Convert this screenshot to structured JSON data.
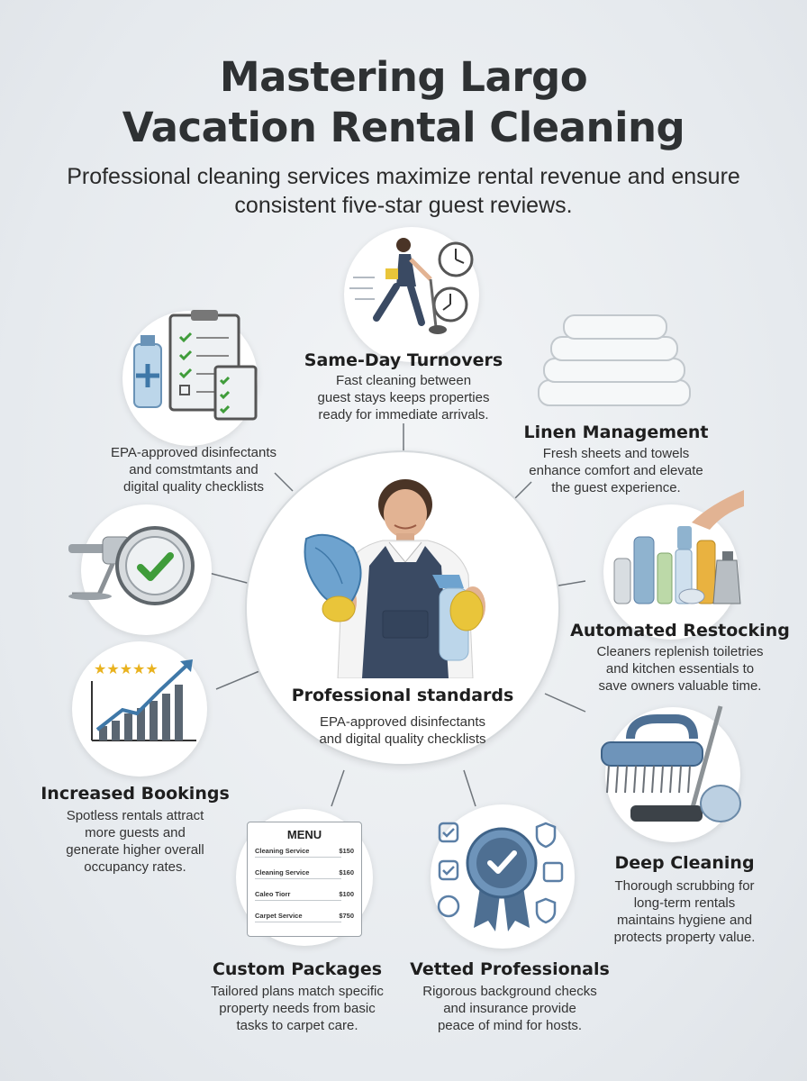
{
  "title_line1": "Mastering Largo",
  "title_line2": "Vacation Rental Cleaning",
  "subtitle": "Professional cleaning services maximize rental revenue and ensure consistent five-star guest reviews.",
  "center": {
    "heading": "Professional standards",
    "desc": "EPA-approved disinfectants\nand digital quality checklists"
  },
  "checklist_caption": "EPA-approved disinfectants\nand comstmtants and\ndigital quality checklists",
  "features": {
    "same_day": {
      "heading": "Same-Day Turnovers",
      "desc": "Fast cleaning between\nguest stays keeps properties\nready for immediate arrivals."
    },
    "linen": {
      "heading": "Linen Management",
      "desc": "Fresh sheets and towels\nenhance comfort and elevate\nthe guest experience."
    },
    "restock": {
      "heading": "Automated Restocking",
      "desc": "Cleaners replenish toiletries\nand kitchen essentials to\nsave owners valuable time."
    },
    "deep": {
      "heading": "Deep Cleaning",
      "desc": "Thorough scrubbing for\nlong-term rentals\nmaintains hygiene and\nprotects property value."
    },
    "vetted": {
      "heading": "Vetted Professionals",
      "desc": "Rigorous background checks\nand insurance provide\npeace of mind for hosts."
    },
    "custom": {
      "heading": "Custom Packages",
      "desc": "Tailored plans match specific\nproperty needs from basic\ntasks to carpet care."
    },
    "bookings": {
      "heading": "Increased Bookings",
      "desc": "Spotless rentals attract\nmore guests and\ngenerate higher overall\noccupancy rates."
    }
  },
  "menu": {
    "title": "MENU",
    "items": [
      {
        "name": "Cleaning Service",
        "price": "$150"
      },
      {
        "name": "Cleaning Service",
        "price": "$160"
      },
      {
        "name": "Caleo Tiorr",
        "price": "$100"
      },
      {
        "name": "Carpet Service",
        "price": "$750"
      }
    ]
  },
  "colors": {
    "accent_blue": "#5b7fa6",
    "check_green": "#3f9c3a",
    "circle_bg": "#ffffff",
    "text_dark": "#1e1e1e"
  }
}
